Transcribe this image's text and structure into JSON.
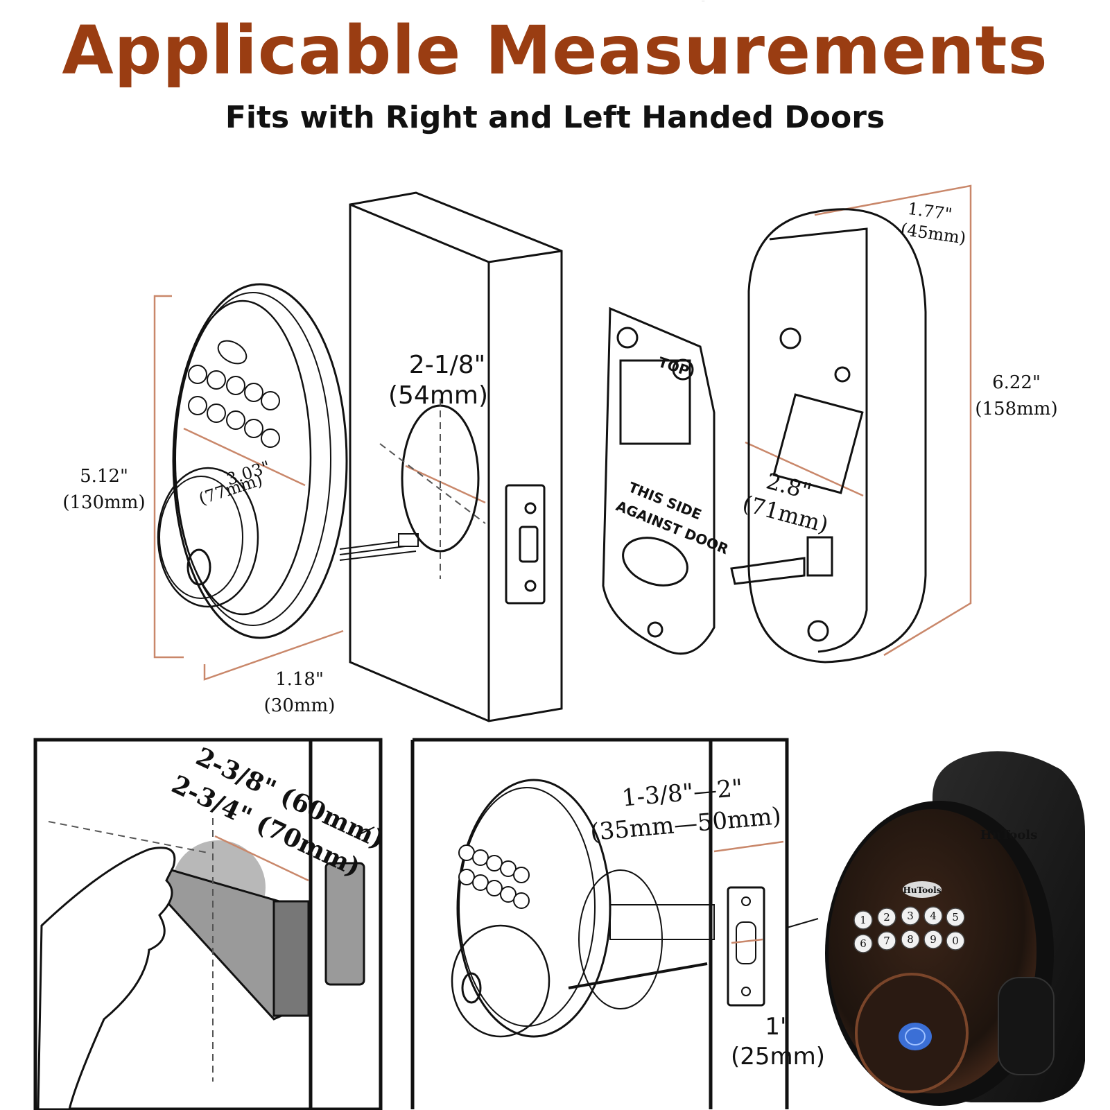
{
  "title": "Applicable Measurements",
  "subtitle": "Fits with Right and Left Handed Doors",
  "brand": "HuTools",
  "colors": {
    "title": "#9a3d12",
    "dimension_line": "#c9876a",
    "text": "#111111",
    "product_body": "#1b1b1b",
    "product_bronze": "#6b3a22"
  },
  "plate_labels": {
    "top": "TOP",
    "side_line1": "THIS SIDE",
    "side_line2": "AGAINST DOOR"
  },
  "dimensions": {
    "height_lock": {
      "in": "5.12\"",
      "mm": "(130mm)"
    },
    "face_width": {
      "in": "3.03\"",
      "mm": "(77mm)"
    },
    "depth": {
      "in": "1.18\"",
      "mm": "(30mm)"
    },
    "bore": {
      "in": "2-1/8\"",
      "mm": "(54mm)"
    },
    "interior_depth": {
      "in": "1.77\"",
      "mm": "(45mm)"
    },
    "interior_height": {
      "in": "6.22\"",
      "mm": "(158mm)"
    },
    "interior_width": {
      "in": "2.8\"",
      "mm": "(71mm)"
    },
    "backset_a": "2-3/8\" (60mm)",
    "backset_b": "2-3/4\" (70mm)",
    "door_thickness_in": "1-3/8\"—2\"",
    "door_thickness_mm": "(35mm—50mm)",
    "edge_bore": {
      "in": "1\"",
      "mm": "(25mm)"
    }
  },
  "keypad_keys": [
    "1",
    "2",
    "3",
    "4",
    "5",
    "6",
    "7",
    "8",
    "9",
    "0"
  ]
}
